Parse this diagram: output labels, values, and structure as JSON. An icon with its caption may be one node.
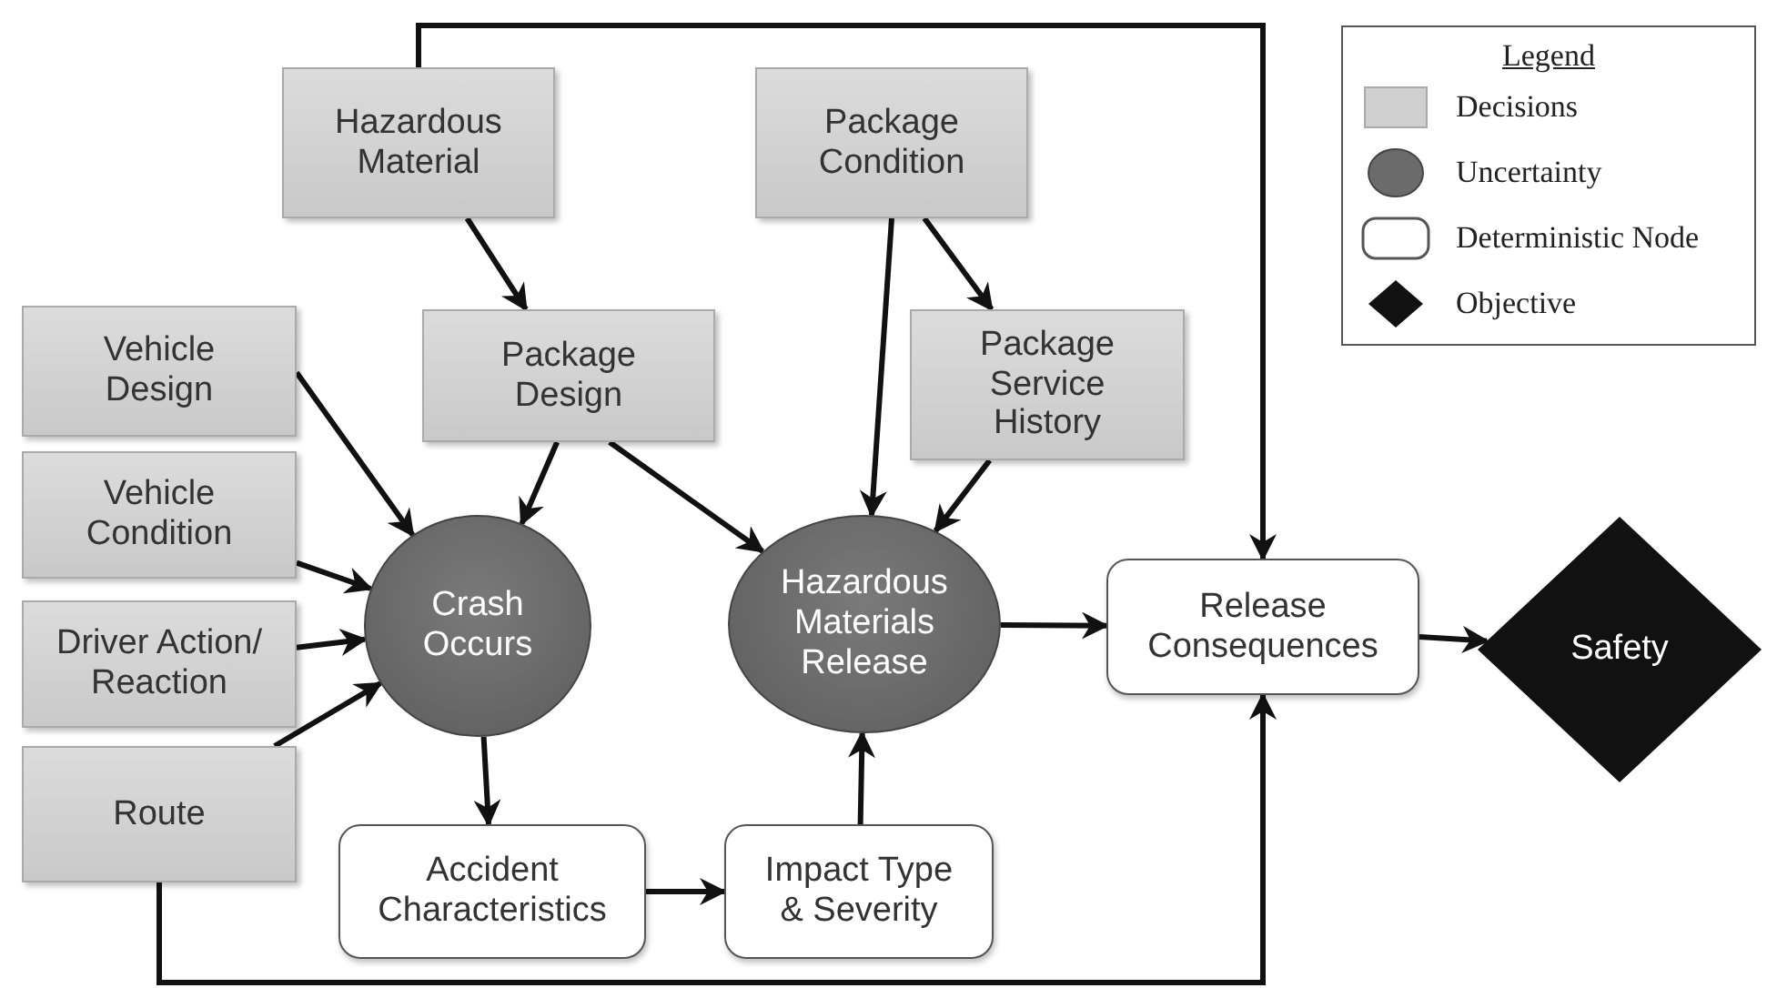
{
  "diagram": {
    "nodes": [
      {
        "text": [
          "Hazardous Material"
        ]
      },
      {
        "text": [
          "Package Condition"
        ]
      },
      {
        "text": [
          "Vehicle Design"
        ]
      },
      {
        "text": [
          "Package Design"
        ]
      },
      {
        "text": [
          "Package Service History"
        ]
      },
      {
        "text": [
          "Vehicle Condition"
        ]
      },
      {
        "text": [
          "Driver Action/ Reaction"
        ]
      },
      {
        "text": [
          "Crash Occurs"
        ]
      },
      {
        "text": [
          "Hazardous Materials Release"
        ]
      },
      {
        "text": [
          "Release Consequences"
        ]
      },
      {
        "text": [
          "Safety"
        ]
      },
      {
        "text": [
          "Route"
        ]
      },
      {
        "text": [
          "Accident Characteristics"
        ]
      },
      {
        "text": [
          "Impact Type & Severity"
        ]
      }
    ],
    "edges": [
      {
        "from": 0,
        "to": 3,
        "arrow": "to"
      },
      {
        "from": 1,
        "to": 8,
        "arrow": "to"
      },
      {
        "from": 1,
        "to": 4,
        "arrow": "to"
      },
      {
        "from": 2,
        "to": 7,
        "arrow": "to"
      },
      {
        "from": 3,
        "to": 7,
        "arrow": "to"
      },
      {
        "from": 3,
        "to": 8,
        "arrow": "to"
      },
      {
        "from": 4,
        "to": 8,
        "arrow": "to"
      },
      {
        "from": 5,
        "to": 7,
        "arrow": "to"
      },
      {
        "from": 6,
        "to": 7,
        "arrow": "to"
      },
      {
        "from": 11,
        "to": 7,
        "arrow": "to"
      },
      {
        "from": 7,
        "to": 12,
        "arrow": "to"
      },
      {
        "from": 12,
        "to": 13,
        "arrow": "to"
      },
      {
        "from": 13,
        "to": 8,
        "arrow": "to"
      },
      {
        "from": 8,
        "to": 9,
        "arrow": "to"
      },
      {
        "from": 9,
        "to": 10,
        "arrow": "to"
      },
      {
        "from": 0,
        "to": 9,
        "arrow": "to"
      },
      {
        "from": 11,
        "to": 9,
        "arrow": "to"
      }
    ],
    "labels": [
      "Legend"
    ],
    "legend": [
      {
        "text": "Decisions"
      },
      {
        "text": "Uncertainty"
      },
      {
        "text": "Deterministic Node"
      },
      {
        "text": "Objective"
      }
    ]
  }
}
